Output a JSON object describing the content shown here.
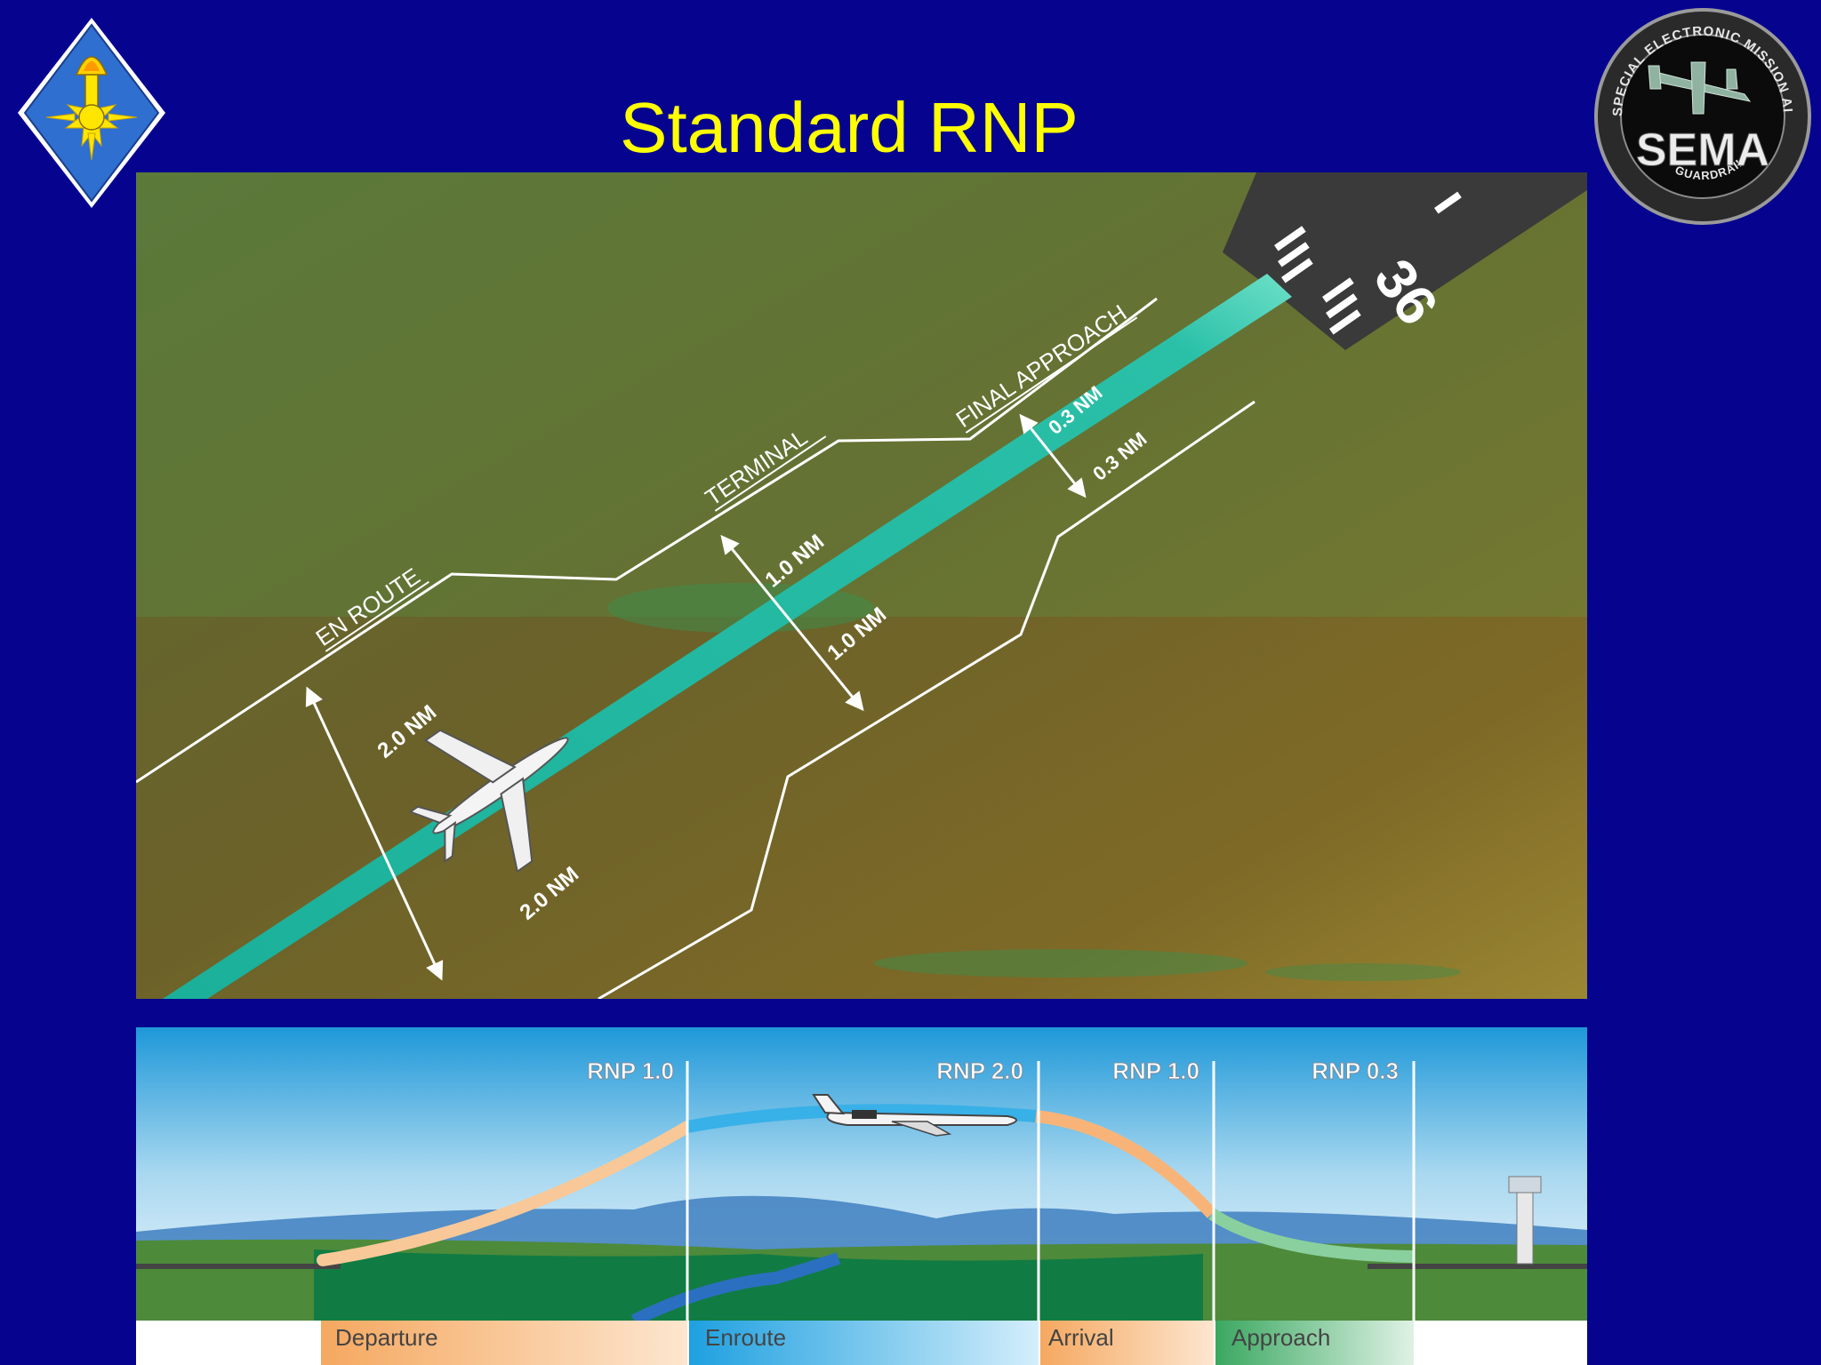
{
  "title": "Standard RNP",
  "logos": {
    "right_ring_text": "SPECIAL ELECTRONIC MISSION AIRCRAFT",
    "right_center_text": "SEMA",
    "right_bottom_text": "GUARDRAIL"
  },
  "map": {
    "runway_number": "36",
    "segments": {
      "en_route": "EN ROUTE",
      "terminal": "TERMINAL",
      "final_approach": "FINAL APPROACH"
    },
    "widths": {
      "en_route_upper": "2.0 NM",
      "en_route_lower": "2.0 NM",
      "terminal_upper": "1.0 NM",
      "terminal_lower": "1.0 NM",
      "final_upper": "0.3 NM",
      "final_lower": "0.3 NM"
    }
  },
  "profile": {
    "rnp_labels": [
      "RNP 1.0",
      "RNP 2.0",
      "RNP 1.0",
      "RNP 0.3"
    ],
    "phases": [
      "Departure",
      "Enroute",
      "Arrival",
      "Approach"
    ]
  }
}
